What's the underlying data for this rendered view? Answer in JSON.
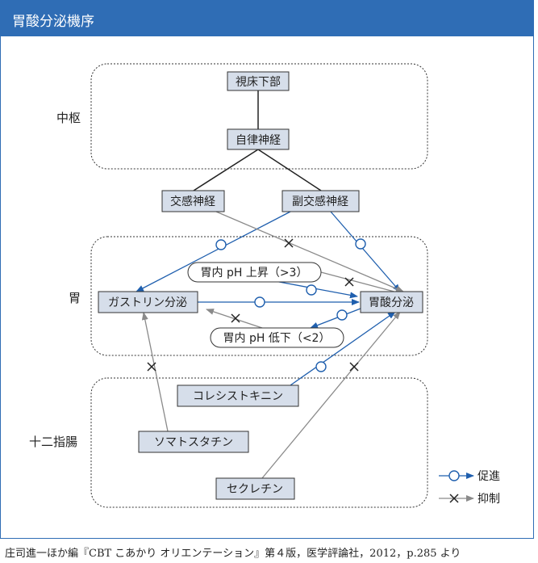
{
  "title": "胃酸分泌機序",
  "citation": "庄司進一ほか編『CBT こあかり オリエンテーション』第４版，医学評論社，2012，p.285 より",
  "regions": {
    "central": "中枢",
    "stomach": "胃",
    "duodenum": "十二指腸"
  },
  "nodes": {
    "hypothalamus": "視床下部",
    "autonomic": "自律神経",
    "sympathetic": "交感神経",
    "parasympathetic": "副交感神経",
    "gastrin": "ガストリン分泌",
    "acid": "胃酸分泌",
    "ph_up": "胃内 pH 上昇（>3）",
    "ph_down": "胃内 pH 低下（<2）",
    "cck": "コレシストキニン",
    "somatostatin": "ソマトスタチン",
    "secretin": "セクレチン"
  },
  "legend": {
    "promote": "促進",
    "inhibit": "抑制"
  },
  "colors": {
    "promote": "#1f5fae",
    "inhibit": "#8a8a8a",
    "box_fill": "#d6deea",
    "title_bar": "#2f6db5"
  }
}
